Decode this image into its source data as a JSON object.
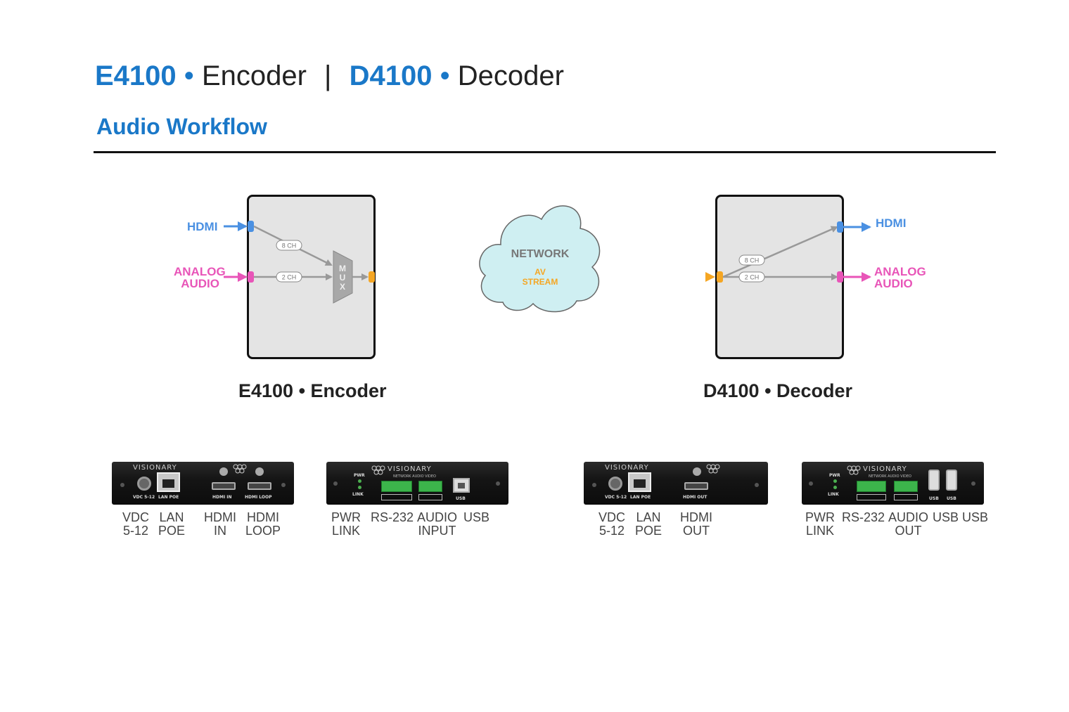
{
  "header": {
    "encoder_model": "E4100",
    "encoder_name": "Encoder",
    "separator": "|",
    "decoder_model": "D4100",
    "decoder_name": "Decoder",
    "dot": "•",
    "subtitle": "Audio Workflow"
  },
  "diagram": {
    "enc_inputs": {
      "hdmi": "HDMI",
      "analog_line1": "ANALOG",
      "analog_line2": "AUDIO"
    },
    "dec_outputs": {
      "hdmi": "HDMI",
      "analog_line1": "ANALOG",
      "analog_line2": "AUDIO"
    },
    "enc_channels": {
      "hdmi": "8 CH",
      "analog": "2 CH"
    },
    "dec_channels": {
      "hdmi": "8 CH",
      "analog": "2 CH"
    },
    "mux_letters": [
      "M",
      "U",
      "X"
    ],
    "network": {
      "label": "NETWORK",
      "stream_line1": "AV",
      "stream_line2": "STREAM"
    },
    "enc_caption": "E4100 • Encoder",
    "dec_caption": "D4100 • Decoder",
    "colors": {
      "hdmi": "#4a90e2",
      "analog": "#e855b8",
      "stream": "#f5a623",
      "channel_line": "#999999",
      "title_blue": "#1a78c8",
      "cloud": "#cfeff2"
    }
  },
  "devices": {
    "brand": "VISIONARY",
    "brand_sub": "NETWORK AUDIO VIDEO",
    "enc_rear_ports": [
      "VDC 5-12",
      "LAN POE",
      "HDMI IN",
      "HDMI LOOP"
    ],
    "enc_front_ports": [
      "PWR",
      "LINK",
      "USB"
    ],
    "dec_rear_ports": [
      "VDC 5-12",
      "LAN POE",
      "HDMI OUT"
    ],
    "dec_front_ports": [
      "PWR",
      "LINK",
      "USB",
      "USB"
    ]
  },
  "port_labels": {
    "enc_rear": [
      {
        "l1": "VDC",
        "l2": "5-12"
      },
      {
        "l1": "LAN",
        "l2": "POE"
      },
      {
        "l1": "HDMI",
        "l2": "IN"
      },
      {
        "l1": "HDMI",
        "l2": "LOOP"
      }
    ],
    "enc_front": [
      {
        "l1": "PWR",
        "l2": "LINK"
      },
      {
        "l1": "RS-232",
        "l2": ""
      },
      {
        "l1": "AUDIO",
        "l2": "INPUT"
      },
      {
        "l1": "USB",
        "l2": ""
      }
    ],
    "dec_rear": [
      {
        "l1": "VDC",
        "l2": "5-12"
      },
      {
        "l1": "LAN",
        "l2": "POE"
      },
      {
        "l1": "HDMI",
        "l2": "OUT"
      }
    ],
    "dec_front": [
      {
        "l1": "PWR",
        "l2": "LINK"
      },
      {
        "l1": "RS-232",
        "l2": ""
      },
      {
        "l1": "AUDIO",
        "l2": "OUT"
      },
      {
        "l1": "USB",
        "l2": ""
      },
      {
        "l1": "USB",
        "l2": ""
      }
    ]
  }
}
